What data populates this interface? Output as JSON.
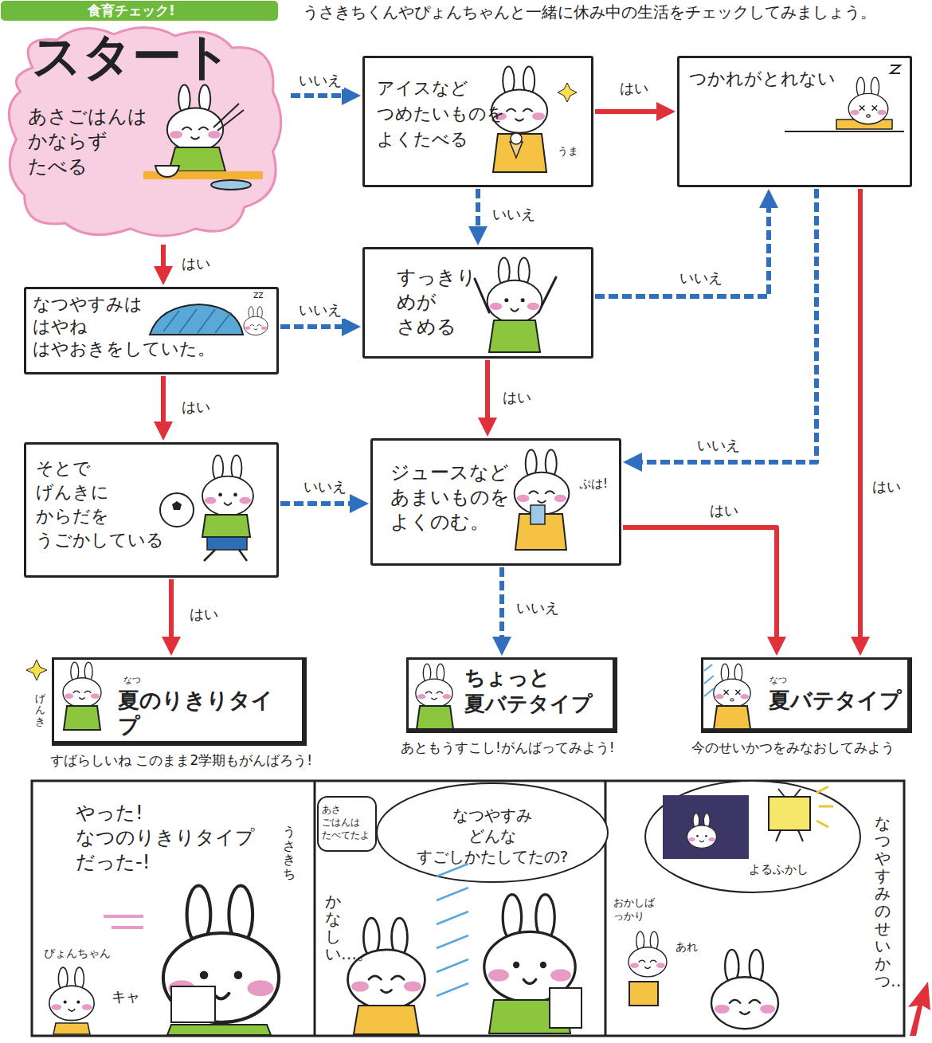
{
  "diagram": {
    "title": "食育チェック!",
    "nodes": [
      {
        "text": [
          "スタート",
          "あさごはんは かならず たべる"
        ]
      },
      {
        "text": [
          "アイスなど つめたいものを よくたべる"
        ]
      },
      {
        "text": [
          "つかれがとれない"
        ]
      },
      {
        "text": [
          "なつやすみは はやね はやおきをしていた。"
        ]
      },
      {
        "text": [
          "すっきり めが さめる"
        ]
      },
      {
        "text": [
          "そとで げんきに からだを うごかしている"
        ]
      },
      {
        "text": [
          "ジュースなど あまいものを よくのむ。"
        ]
      },
      {
        "text": [
          "夏のりきりタイプ",
          "すばらしいね このまま2学期もがんばろう!"
        ]
      },
      {
        "text": [
          "ちょっと 夏バテタイプ",
          "あともうすこし!がんばってみよう!"
        ]
      },
      {
        "text": [
          "夏バテタイプ",
          "今のせいかつをみなおしてみよう"
        ]
      }
    ],
    "edges": [
      {
        "from": 0,
        "to": 1,
        "label": "いいえ",
        "arrow": "to"
      },
      {
        "from": 0,
        "to": 3,
        "label": "はい",
        "arrow": "to"
      },
      {
        "from": 1,
        "to": 2,
        "label": "はい",
        "arrow": "to"
      },
      {
        "from": 1,
        "to": 4,
        "label": "いいえ",
        "arrow": "to"
      },
      {
        "from": 3,
        "to": 4,
        "label": "いいえ",
        "arrow": "to"
      },
      {
        "from": 3,
        "to": 5,
        "label": "はい",
        "arrow": "to"
      },
      {
        "from": 4,
        "to": 2,
        "label": "いいえ",
        "arrow": "to"
      },
      {
        "from": 4,
        "to": 6,
        "label": "はい",
        "arrow": "to"
      },
      {
        "from": 2,
        "to": 6,
        "label": "いいえ",
        "arrow": "to"
      },
      {
        "from": 2,
        "to": 9,
        "label": "はい",
        "arrow": "to"
      },
      {
        "from": 5,
        "to": 6,
        "label": "いいえ",
        "arrow": "to"
      },
      {
        "from": 5,
        "to": 7,
        "label": "はい",
        "arrow": "to"
      },
      {
        "from": 6,
        "to": 8,
        "label": "いいえ",
        "arrow": "to"
      },
      {
        "from": 6,
        "to": 9,
        "label": "はい",
        "arrow": "to"
      }
    ],
    "labels": [
      "うさきちくんやぴょんちゃんと一緒に休み中の生活をチェックしてみましょう。",
      "うま",
      "zz",
      "ぷは!",
      "なつ",
      "げんき",
      "なつ",
      "やった! なつのりきりタイプ だった-!",
      "うさきち",
      "ぴょんちゃん",
      "キャ",
      "あさ ごはんは たべてたよ",
      "なつやすみ どんな すごしかたしてたの?",
      "かなしい…。",
      "おかしばっかり",
      "よるふかし",
      "あれ",
      "なつやすみの せいかつ…"
    ]
  }
}
